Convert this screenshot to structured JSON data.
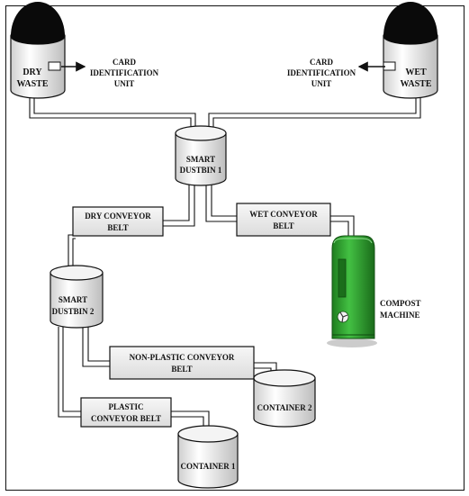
{
  "bins": {
    "dry": {
      "line1": "DRY",
      "line2": "WASTE"
    },
    "wet": {
      "line1": "WET",
      "line2": "WASTE"
    }
  },
  "card_units": {
    "left": {
      "line1": "CARD",
      "line2": "IDENTIFICATION",
      "line3": "UNIT"
    },
    "right": {
      "line1": "CARD",
      "line2": "IDENTIFICATION",
      "line3": "UNIT"
    }
  },
  "smart_dustbin_1": {
    "line1": "SMART",
    "line2": "DUSTBIN 1"
  },
  "smart_dustbin_2": {
    "line1": "SMART",
    "line2": "DUSTBIN 2"
  },
  "dry_conveyor": {
    "line1": "DRY CONVEYOR",
    "line2": "BELT"
  },
  "wet_conveyor": {
    "line1": "WET CONVEYOR",
    "line2": "BELT"
  },
  "non_plastic_conveyor": {
    "line1": "NON-PLASTIC CONVEYOR",
    "line2": "BELT"
  },
  "plastic_conveyor": {
    "line1": "PLASTIC",
    "line2": "CONVEYOR BELT"
  },
  "container_1": {
    "label": "CONTAINER 1"
  },
  "container_2": {
    "label": "CONTAINER 2"
  },
  "compost": {
    "line1": "COMPOST",
    "line2": "MACHINE"
  },
  "colors": {
    "compost_green": "#2fa82f",
    "line": "#111111",
    "box_fill": "#eeeeee"
  }
}
